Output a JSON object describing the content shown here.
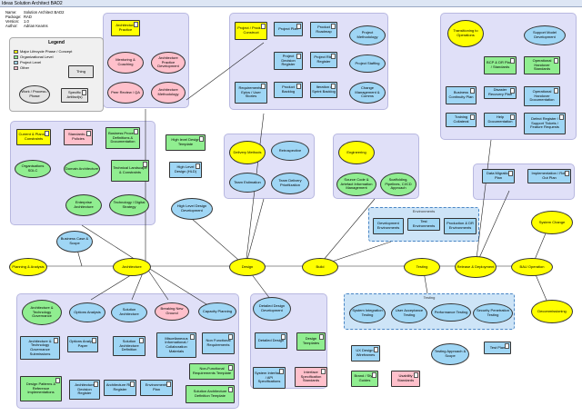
{
  "window": {
    "title": "Ideas Solution Architect BAD2"
  },
  "meta": {
    "name_key": "Name:",
    "name": "Solution Architect BAD2",
    "package_key": "Package:",
    "package": "RAD",
    "version_key": "Version:",
    "version": "1.0",
    "author_key": "Author:",
    "author": "Adrian Kearns"
  },
  "legend": {
    "title": "Legend",
    "items": [
      "Major Lifecycle Phase / Concept",
      "Organizational Level",
      "Project Level",
      "Other"
    ],
    "colors": [
      "#ffff00",
      "#90ee90",
      "#9fd6f5",
      "#ffc0cb"
    ],
    "thing": "Thing",
    "work": "Work / Process / Phase",
    "artifact": "Specific Artifact(s)"
  },
  "backbone": {
    "planning": "Planning & Analysis",
    "architecture": "Architecture",
    "design": "Design",
    "build": "Build",
    "testing": "Testing",
    "release": "Release & Deployment",
    "bau": "BAU Operation",
    "system_change": "System Change",
    "decommissioning": "Decommissioning"
  },
  "project": {
    "practice": "Architecture Practice",
    "mentoring": "Mentoring & Coaching",
    "practice_dev": "Architecture Practice Development",
    "peer_review": "Peer Review / QA",
    "methodology": "Architecture Methodology",
    "construct": "Project / Product Construct",
    "plan": "Project Plan",
    "roadmap": "Product Roadmap",
    "proj_methodology": "Project Methodology",
    "decision_register": "Project Decision Register",
    "risk_register": "Project Risk Register",
    "staffing": "Project Staffing",
    "requirements": "Requirements / Epics / User Stories",
    "backlog": "Product Backlog",
    "sprint_backlog": "Iteration / Sprint Backlog",
    "change_mgmt": "Change Management & Comms"
  },
  "ops": {
    "transitioning": "Transitioning to Operations",
    "support_model": "Support Model Development",
    "bcp_plans": "BCP & DR Plans / Standards",
    "handover_standards": "Operational Handover Standards",
    "bc_plan": "Business Continuity Plan",
    "dr_plan": "Disaster Recovery Plan",
    "handover_docs": "Operational Handover Documentation",
    "training": "Training Collateral",
    "help_docs": "Help Documentation",
    "defect_register": "Defect Register / Support Tickets / Feature Requests"
  },
  "arch_top": {
    "constraints": "Current & Planned Constraints",
    "standards": "Standards & Policies",
    "bpd": "Business Process Definitions & Documentation",
    "org_sdlc": "Organisations SDLC",
    "domain_arch": "Domain Architecture",
    "tech_landscape": "Technical Landscape & Constraints",
    "enterprise_arch": "Enterprise Architecture",
    "tech_strategy": "Technology / Digital Strategy",
    "business_case": "Business Case & Scope"
  },
  "design_top": {
    "hld_template": "High level Design Template",
    "hld": "High Level Design (HLD)",
    "hld_dev": "High Level Design Development"
  },
  "delivery": {
    "methods": "Delivery Methods",
    "retrospective": "Retrospective",
    "estimation": "Team Estimation",
    "prioritization": "Team Delivery Prioritization"
  },
  "engineering": {
    "title": "Engineering",
    "source_code": "Source Code & Artefact Information Management",
    "scaffolding": "Scaffolding, Pipelines, CI/CD Approach"
  },
  "environments": {
    "title": "Environments",
    "dev": "Development Environments",
    "test": "Test Environments",
    "prod": "Production & DR Environments"
  },
  "release_top": {
    "migration": "Data Migration Plan",
    "rollout": "Implementation / Roll-Out Plan"
  },
  "arch_bottom": {
    "governance": "Architecture & Technology Governance",
    "options_analysis": "Options Analysis",
    "solution_arch": "Solution Architecture",
    "breaking_ground": "Breaking New Ground",
    "capacity": "Capacity Planning",
    "gov_submissions": "Architecture & Technology Governance Submissions",
    "options_paper": "Options Analysis Paper",
    "sad": "Solution Architecture Definition",
    "misc": "Miscellaneous Informational / Collaboration Materials",
    "nfr": "Non Functional Requirements",
    "nfr_template": "Non-Functional Requirements Template",
    "patterns": "Design Patterns & Reference Implementations",
    "decision_register": "Architecture Decision Register",
    "risk_register": "Architecture Risk Register",
    "env_plan": "Environments Plan",
    "sad_template": "Solution Architecture Definition Template"
  },
  "design_bottom": {
    "detailed_dev": "Detailed Design Development",
    "detailed": "Detailed Design",
    "templates": "Design Templates",
    "interfaces": "System Interfaces / API Specifications",
    "interface_standards": "Interface Specification Standards"
  },
  "testing": {
    "title": "Testing",
    "sit": "System Integration Testing",
    "uat": "User Acceptance Testing",
    "performance": "Performance Testing",
    "security": "Security Penetration Testing",
    "approach": "Testing Approach & Scope",
    "plan": "Test Plan",
    "ux": "UX Design / Wireframes",
    "brand": "Brand / Style Guides",
    "usability": "Usability Standards"
  }
}
